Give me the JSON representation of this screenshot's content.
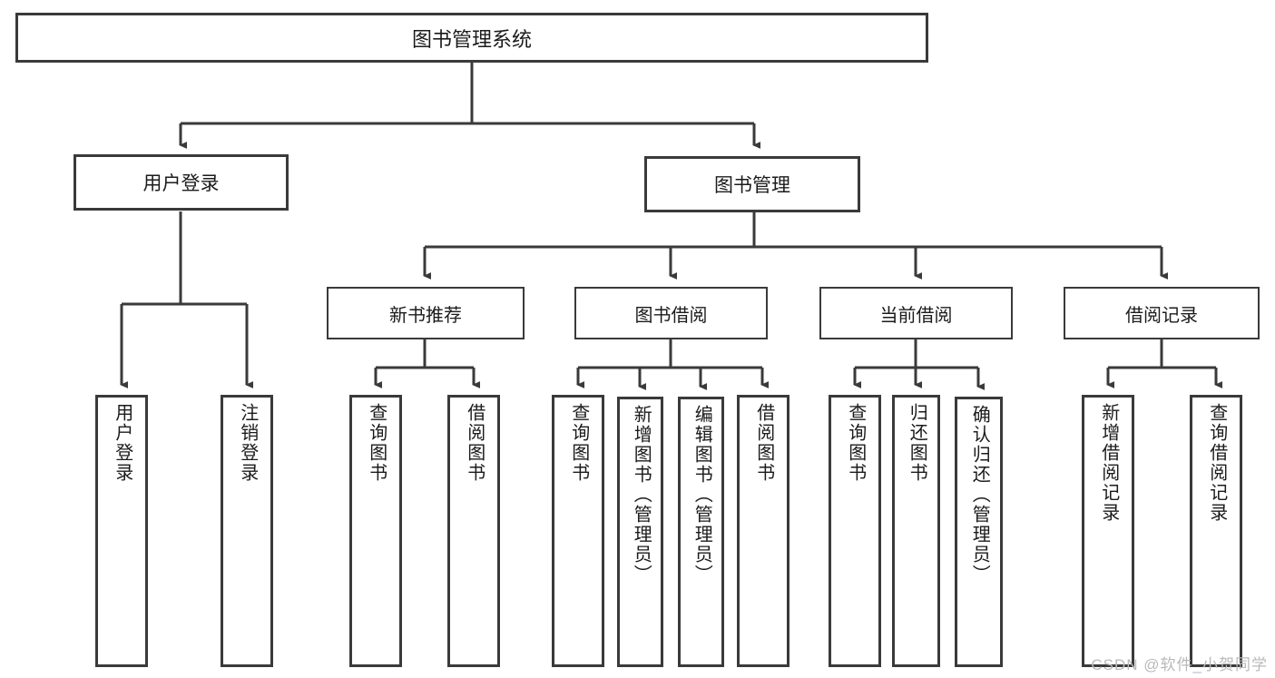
{
  "diagram": {
    "title": "图书管理系统",
    "type": "tree",
    "root": {
      "label": "图书管理系统"
    },
    "level2": [
      {
        "label": "用户登录"
      },
      {
        "label": "图书管理"
      }
    ],
    "level3": [
      {
        "label": "新书推荐"
      },
      {
        "label": "图书借阅"
      },
      {
        "label": "当前借阅"
      },
      {
        "label": "借阅记录"
      }
    ],
    "leaves": {
      "user_login": [
        {
          "label": "用户登录"
        },
        {
          "label": "注销登录"
        }
      ],
      "new_book_recommend": [
        {
          "label": "查询图书"
        },
        {
          "label": "借阅图书"
        }
      ],
      "book_borrow": [
        {
          "label": "查询图书"
        },
        {
          "label": "新增图书（管理员）"
        },
        {
          "label": "编辑图书（管理员）"
        },
        {
          "label": "借阅图书"
        }
      ],
      "current_borrow": [
        {
          "label": "查询图书"
        },
        {
          "label": "归还图书"
        },
        {
          "label": "确认归还（管理员）"
        }
      ],
      "borrow_record": [
        {
          "label": "新增借阅记录"
        },
        {
          "label": "查询借阅记录"
        }
      ]
    },
    "watermark": "CSDN @软件_小贺同学",
    "colors": {
      "stroke": "#3a3a3a",
      "background": "#ffffff",
      "text": "#1b1b1b",
      "watermark": "#b9b9b9"
    }
  }
}
